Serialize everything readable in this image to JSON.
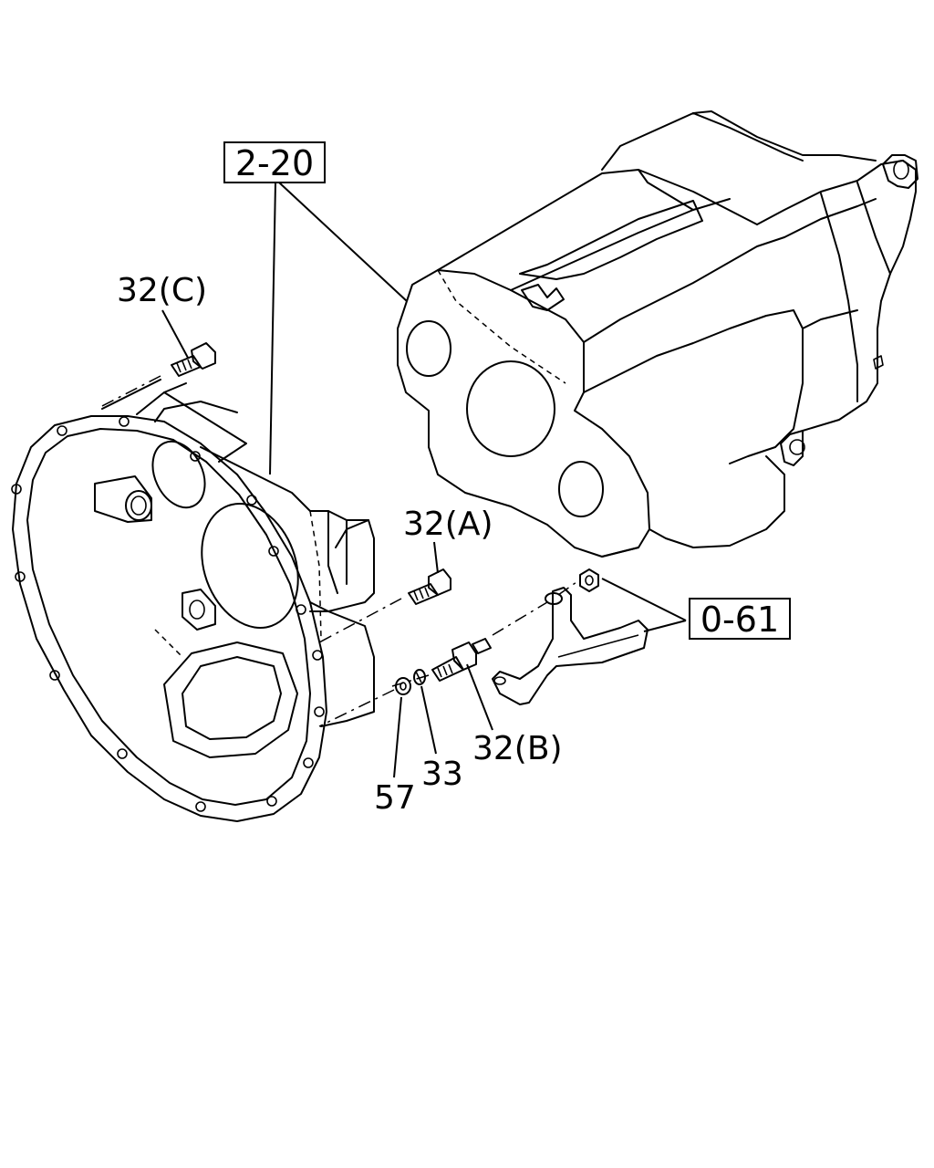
{
  "references": {
    "ref_2_20": "2-20",
    "ref_0_61": "0-61"
  },
  "callouts": {
    "c32c": "32(C)",
    "c32a": "32(A)",
    "c32b": "32(B)",
    "c33": "33",
    "c57": "57"
  }
}
